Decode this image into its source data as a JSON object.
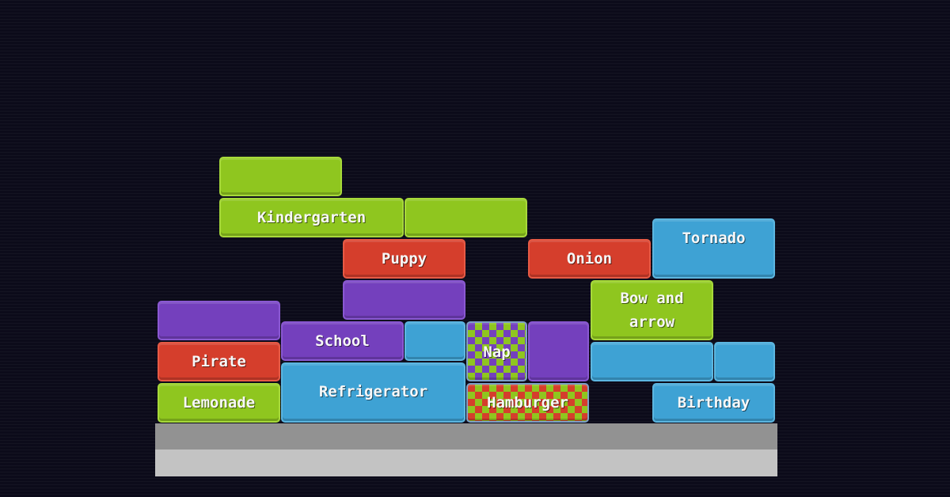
{
  "game": {
    "blocks": {
      "kindergarten": "Kindergarten",
      "puppy": "Puppy",
      "onion": "Onion",
      "tornado": "Tornado",
      "bow_and_arrow": "Bow and arrow",
      "school": "School",
      "pirate": "Pirate",
      "nap": "Nap",
      "refrigerator": "Refrigerator",
      "lemonade": "Lemonade",
      "hamburger": "Hamburger",
      "birthday": "Birthday"
    },
    "colors": {
      "background": "#0c0b1a",
      "green": "#8fc61f",
      "red": "#d53e2c",
      "purple": "#7440bd",
      "blue": "#3ea2d4",
      "platform_top": "#929292",
      "platform_bottom": "#c3c3c3"
    }
  }
}
